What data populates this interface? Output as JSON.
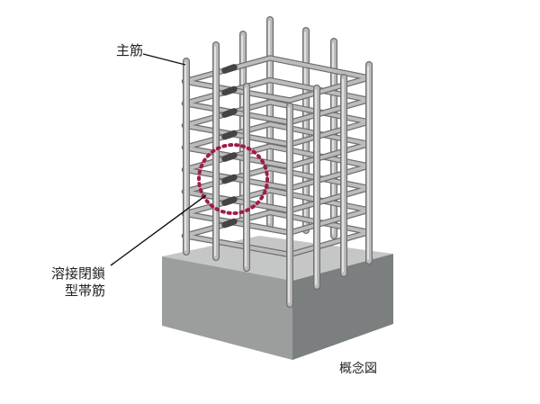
{
  "labels": {
    "main_rebar": "主筋",
    "hoop_line1": "溶接閉鎖",
    "hoop_line2": "型帯筋",
    "concept": "概念図"
  },
  "colors": {
    "base_top": "#c5c7c6",
    "base_left": "#9c9e9e",
    "base_right": "#7b7f7f",
    "rebar": "#bcbcbc",
    "rebar_edge": "#6f6f6f",
    "weld_joint": "#444444",
    "highlight_circle": "#a01c4a",
    "leader_line": "#111111"
  },
  "icons": {
    "highlight": "dotted-circle",
    "weld": "weld-joint"
  }
}
